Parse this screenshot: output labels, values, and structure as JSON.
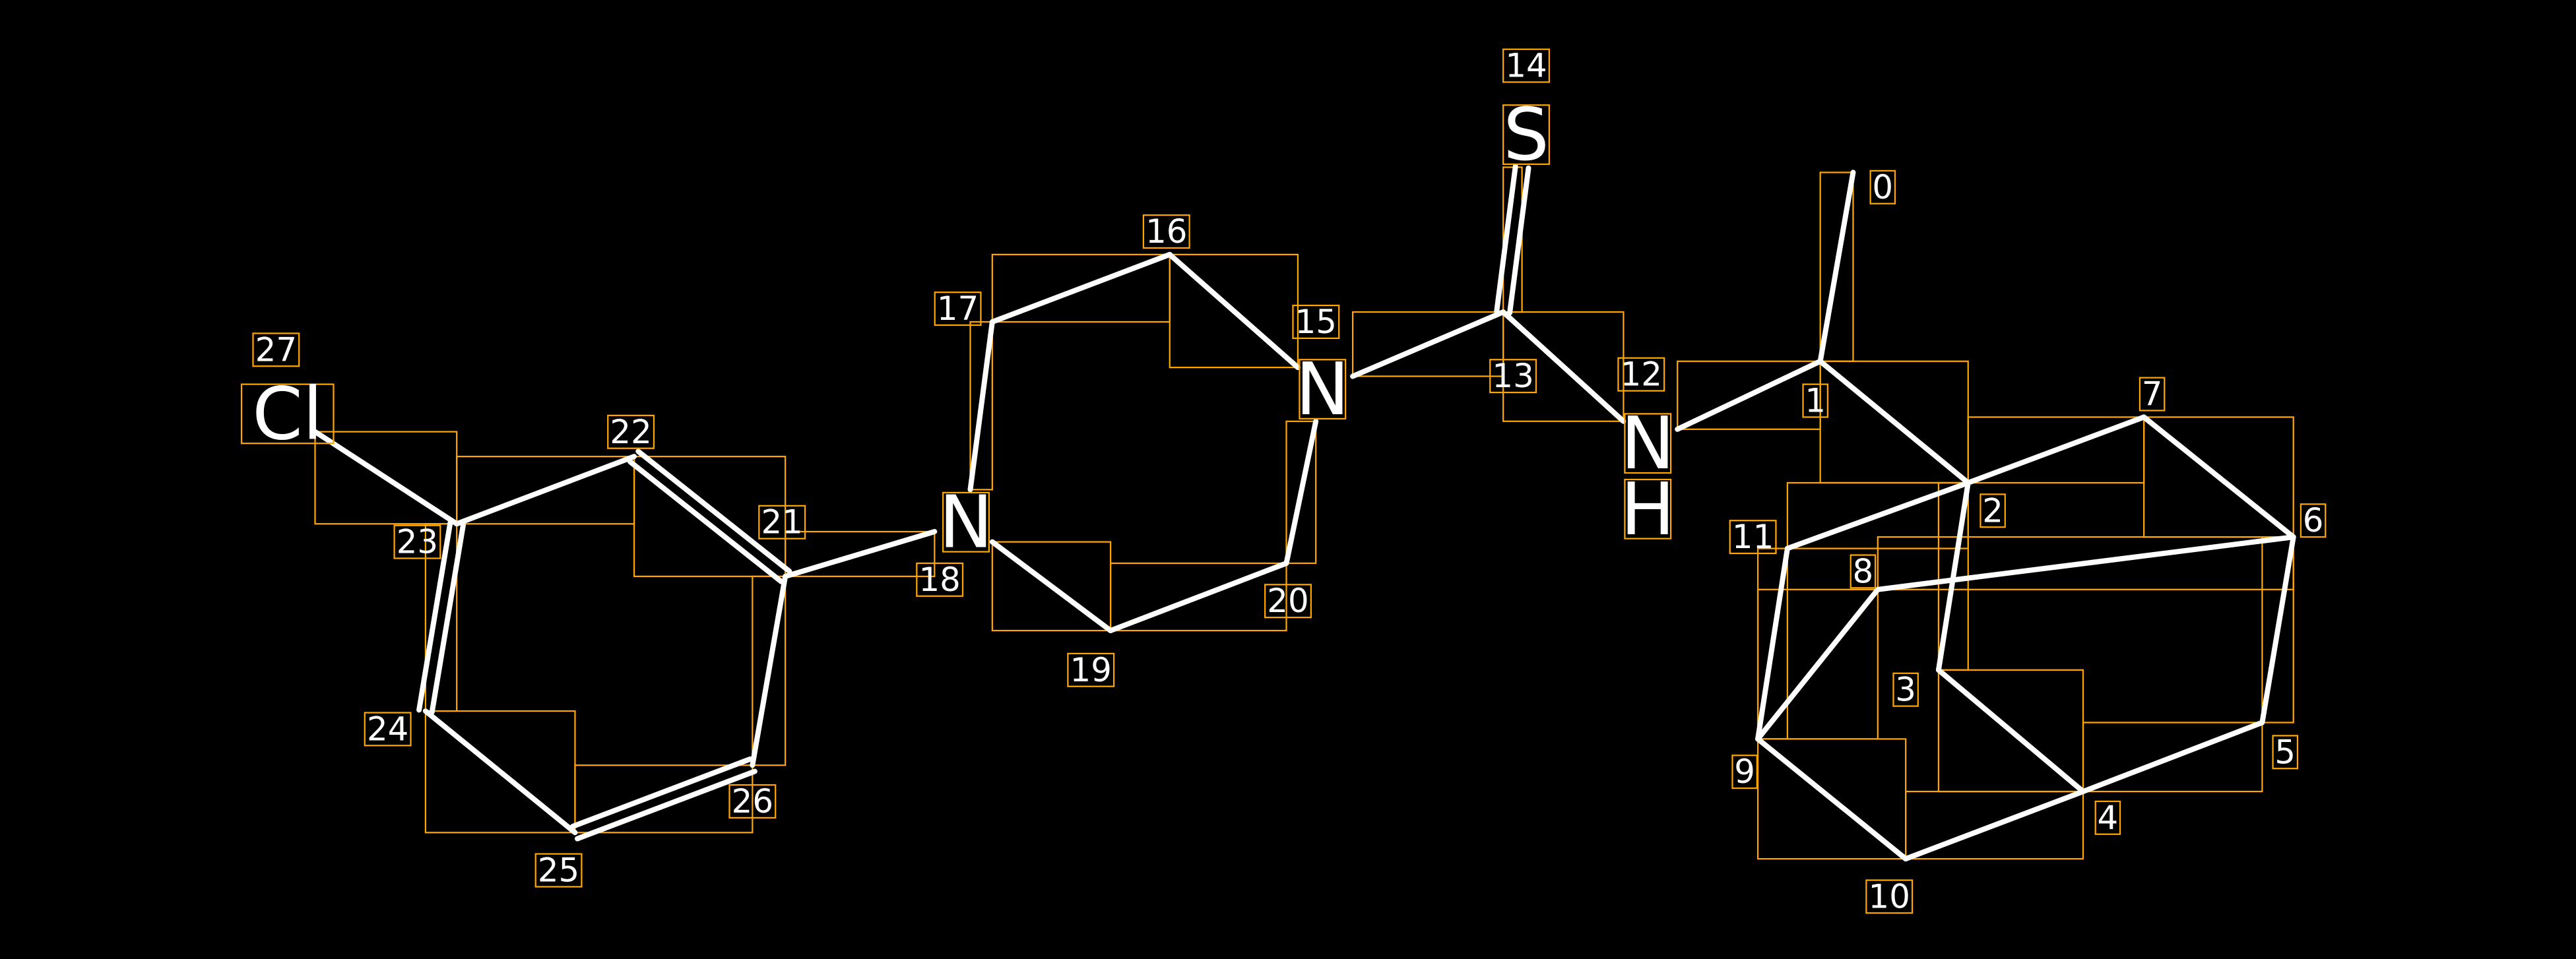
{
  "colors": {
    "background": "#000000",
    "bond": "#FFFFFF",
    "annotation_box": "#FFA500"
  },
  "atoms": [
    {
      "index": "0",
      "element": ""
    },
    {
      "index": "1",
      "element": ""
    },
    {
      "index": "2",
      "element": ""
    },
    {
      "index": "3",
      "element": ""
    },
    {
      "index": "4",
      "element": ""
    },
    {
      "index": "5",
      "element": ""
    },
    {
      "index": "6",
      "element": ""
    },
    {
      "index": "7",
      "element": ""
    },
    {
      "index": "8",
      "element": ""
    },
    {
      "index": "9",
      "element": ""
    },
    {
      "index": "10",
      "element": ""
    },
    {
      "index": "11",
      "element": ""
    },
    {
      "index": "12",
      "element": "N",
      "h": "H"
    },
    {
      "index": "13",
      "element": ""
    },
    {
      "index": "14",
      "element": "S"
    },
    {
      "index": "15",
      "element": "N"
    },
    {
      "index": "16",
      "element": ""
    },
    {
      "index": "17",
      "element": ""
    },
    {
      "index": "18",
      "element": "N"
    },
    {
      "index": "19",
      "element": ""
    },
    {
      "index": "20",
      "element": ""
    },
    {
      "index": "21",
      "element": ""
    },
    {
      "index": "22",
      "element": ""
    },
    {
      "index": "23",
      "element": ""
    },
    {
      "index": "24",
      "element": ""
    },
    {
      "index": "25",
      "element": ""
    },
    {
      "index": "26",
      "element": ""
    },
    {
      "index": "27",
      "element": "Cl"
    }
  ],
  "bonds": [
    [
      0,
      1,
      1
    ],
    [
      1,
      2,
      1
    ],
    [
      1,
      12,
      1
    ],
    [
      12,
      13,
      1
    ],
    [
      13,
      14,
      2
    ],
    [
      13,
      15,
      1
    ],
    [
      15,
      16,
      1
    ],
    [
      15,
      20,
      1
    ],
    [
      16,
      17,
      1
    ],
    [
      17,
      18,
      1
    ],
    [
      18,
      19,
      1
    ],
    [
      19,
      20,
      1
    ],
    [
      18,
      21,
      1
    ],
    [
      21,
      22,
      2
    ],
    [
      22,
      23,
      1
    ],
    [
      23,
      27,
      1
    ],
    [
      23,
      24,
      2
    ],
    [
      24,
      25,
      1
    ],
    [
      25,
      26,
      2
    ],
    [
      26,
      21,
      1
    ],
    [
      2,
      7,
      1
    ],
    [
      7,
      6,
      1
    ],
    [
      6,
      5,
      1
    ],
    [
      5,
      4,
      1
    ],
    [
      4,
      3,
      1
    ],
    [
      3,
      2,
      1
    ],
    [
      6,
      8,
      1
    ],
    [
      8,
      9,
      1
    ],
    [
      9,
      11,
      1
    ],
    [
      11,
      2,
      1
    ],
    [
      9,
      10,
      1
    ],
    [
      10,
      4,
      1
    ]
  ]
}
